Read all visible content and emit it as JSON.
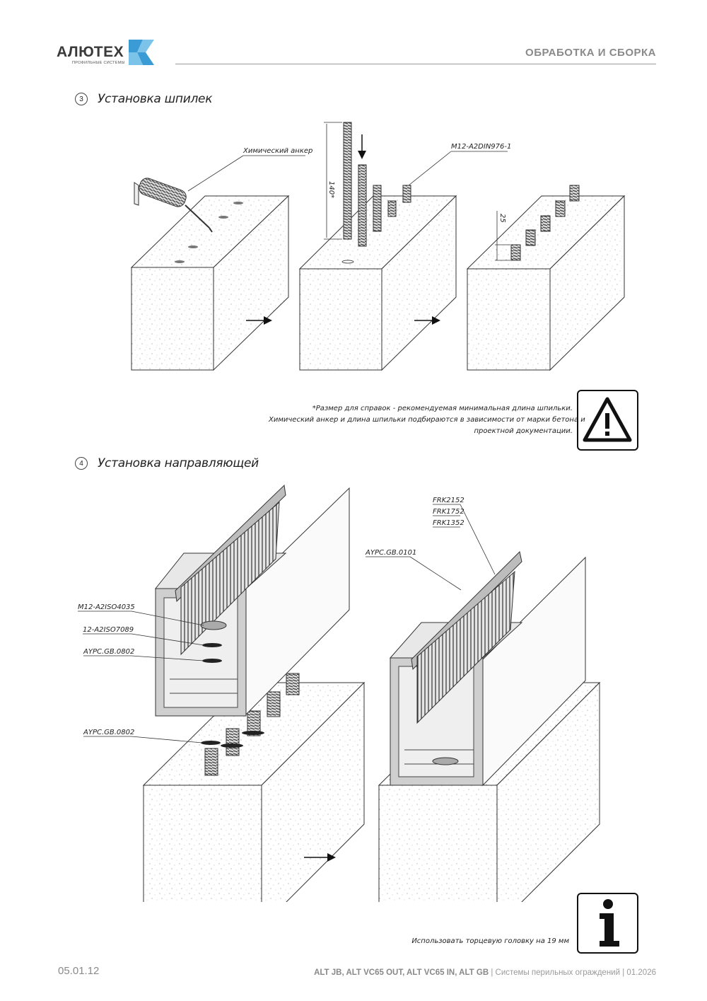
{
  "header": {
    "logo_name": "АЛЮТЕХ",
    "logo_subtitle": "ПРОФИЛЬНЫЕ СИСТЕМЫ",
    "section_title": "ОБРАБОТКА И СБОРКА",
    "colors": {
      "logo_blue": "#3a9bd5",
      "logo_blue_light": "#7cc3ea",
      "title_gray": "#8a8a8a"
    }
  },
  "step3": {
    "number": "3",
    "title": "Установка шпилек",
    "labels": {
      "chemical_anchor": "Химический анкер",
      "stud": "M12-A2DIN976-1",
      "length": "140*",
      "spacing": "25"
    }
  },
  "warning": {
    "icon": "warning-triangle-icon",
    "lines": [
      "*Размер для справок - рекомендуемая минимальная длина шпильки.",
      "Химический анкер и длина шпильки подбираются в зависимости от марки бетона и",
      "проектной документации."
    ]
  },
  "step4": {
    "number": "4",
    "title": "Установка направляющей",
    "labels": {
      "nut": "M12-A2ISO4035",
      "washer": "12-A2ISO7089",
      "gasket_top": "AYPC.GB.0802",
      "gasket_bottom": "AYPC.GB.0802",
      "profile": "AYPC.GB.0101",
      "frk_items": [
        "FRK2152",
        "FRK1752",
        "FRK1352"
      ]
    }
  },
  "info": {
    "icon": "info-icon",
    "text": "Использовать торцевую головку на 19 мм"
  },
  "footer": {
    "page_number": "05.01.12",
    "products": "ALT JB, ALT VC65 OUT, ALT VC65 IN, ALT GB",
    "separator": "|",
    "system": "Системы перильных ограждений",
    "date": "01.2026"
  }
}
